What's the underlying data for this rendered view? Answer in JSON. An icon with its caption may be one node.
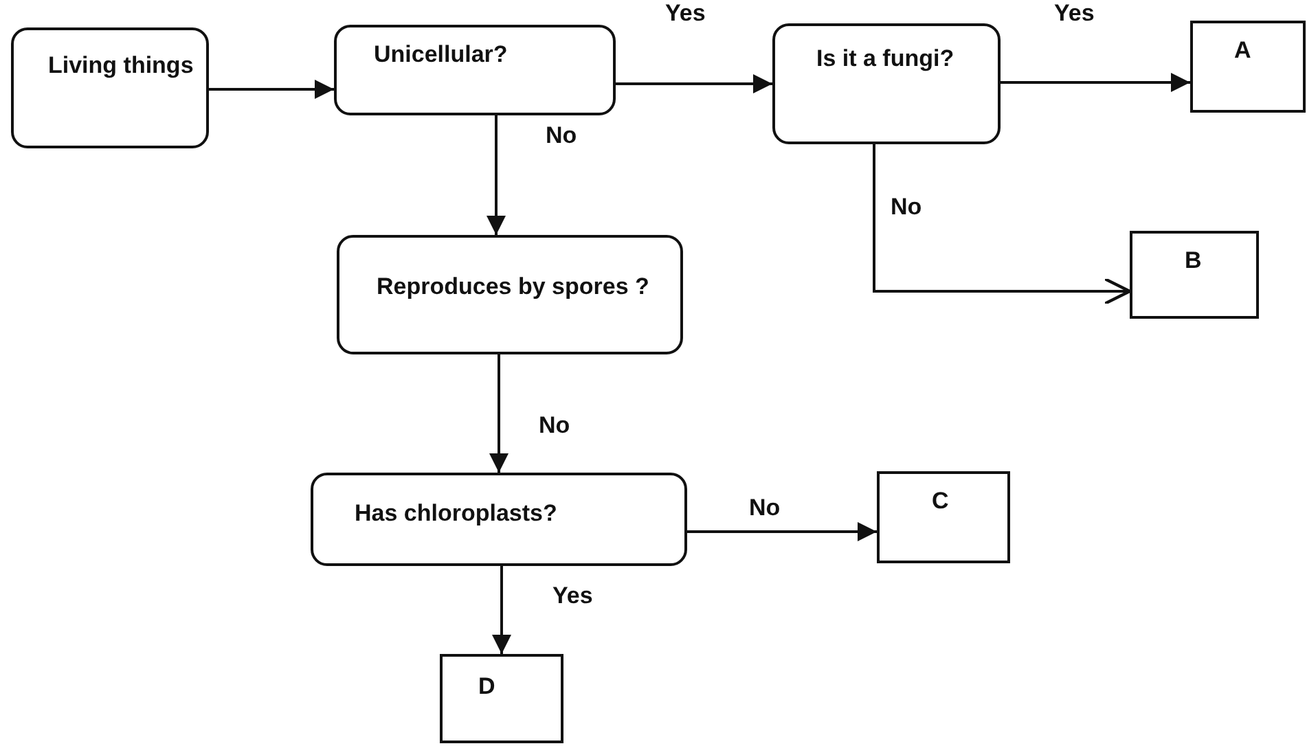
{
  "diagram": {
    "nodes": [
      {
        "text": [
          "Living things"
        ]
      },
      {
        "text": [
          "Unicellular?"
        ]
      },
      {
        "text": [
          "Is it a fungi?"
        ]
      },
      {
        "text": [
          "A"
        ]
      },
      {
        "text": [
          "Reproduces by spores ?"
        ]
      },
      {
        "text": [
          "B"
        ]
      },
      {
        "text": [
          "Has chloroplasts?"
        ]
      },
      {
        "text": [
          "C"
        ]
      },
      {
        "text": [
          "D"
        ]
      }
    ],
    "edges": [
      {
        "from": 0,
        "to": 1,
        "arrow": "to"
      },
      {
        "from": 1,
        "to": 2,
        "arrow": "to",
        "label": "Yes"
      },
      {
        "from": 2,
        "to": 3,
        "arrow": "to",
        "label": "Yes"
      },
      {
        "from": 1,
        "to": 4,
        "arrow": "to",
        "label": "No"
      },
      {
        "from": 2,
        "to": 5,
        "arrow": "to",
        "label": "No"
      },
      {
        "from": 4,
        "to": 6,
        "arrow": "to",
        "label": "No"
      },
      {
        "from": 6,
        "to": 7,
        "arrow": "to",
        "label": "No"
      },
      {
        "from": 6,
        "to": 8,
        "arrow": "to",
        "label": "Yes"
      }
    ]
  }
}
